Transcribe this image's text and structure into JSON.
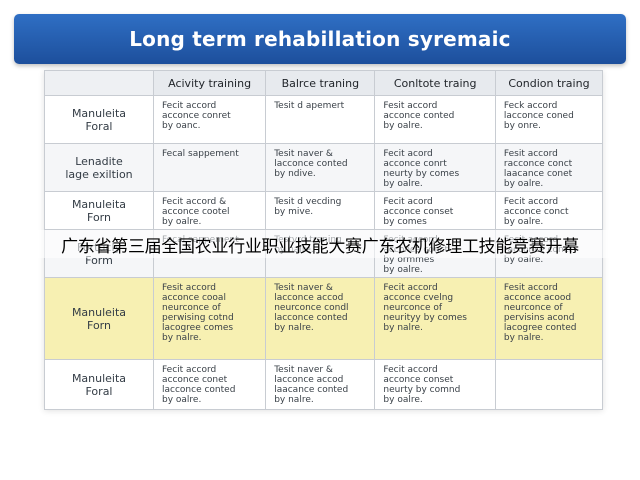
{
  "title": "Long term rehabillation syremaic",
  "table": {
    "headers": [
      "Acivity training",
      "Balrce traning",
      "Conltote traing",
      "Condion traing"
    ],
    "rows": [
      {
        "label": "Manuleita\nForal",
        "cells": [
          "Fecit accord\nacconce conret\nby oanc.",
          "Tesit d apemert",
          "Fesit accord\nacconce conted\nby oalre.",
          "Feck accord\nlacconce coned\nby onre."
        ],
        "style": "rowA"
      },
      {
        "label": "Lenadite\nlage exiltion",
        "cells": [
          "Fecal sappement",
          "Tesit naver &\nlacconce conted\nby ndive.",
          "Fecit acord\nacconce conrt\nneurty by comes\nby oalre.",
          "Fesit accord\nracconce conct\nlaacance conet\nby oalre."
        ],
        "style": "rowB"
      },
      {
        "label": "Manuleita\nForn",
        "cells": [
          "Fecit accord &\nacconce cootel\nby oalre.",
          "Tesit d vecding\nby mive.",
          "Fecit acord\nacconce conset\nby comes",
          "Fecit accord\nacconce conct\nby oalre."
        ],
        "style": "rowA"
      },
      {
        "label": "Fortucly\nForm",
        "cells": [
          "Fecal sappement",
          "Testvrd traning\nby nalre.",
          "Fecit accord\nacconce conct\nby ormmes\nby oalre.",
          "Fecit accord\nracconce conct\nby oalre."
        ],
        "style": "rowB"
      },
      {
        "label": "Manuleita\nForn",
        "cells": [
          "Fesit accord\nacconce cooal\nneurconce of\nperwising cotnd\nlacogree comes\nby nalre.",
          "Tesit naver &\nlacconce accod\nneurconce condl\nlacconce conted\nby nalre.",
          "Fecit accord\nacconce cvelng\nneurconce of\nneurityy by comes\nby nalre.",
          "Fesit accord\nacconce acood\nneurconce of\npervisins acond\nlacogree conted\nby nalre."
        ],
        "style": "highlight"
      },
      {
        "label": "Manuleita\nForal",
        "cells": [
          "Fecit accord\nacconce conet\nlacconce conted\nby oalre.",
          "Tesit naver &\nlacconce accod\nlaacance conted\nby nalre.",
          "Fecit accord\nacconce conset\nneurty by comnd\nby oalre.",
          ""
        ],
        "style": "rowA"
      }
    ]
  },
  "overlay_caption": "广东省第三届全国农业行业职业技能大赛广东农机修理工技能竞赛开幕"
}
